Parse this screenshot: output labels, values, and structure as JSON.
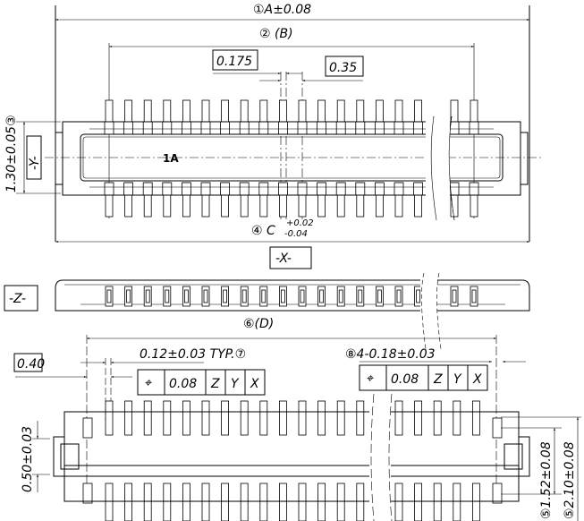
{
  "title": "Connector dimension drawing",
  "top_view": {
    "dim_a": "①A±0.08",
    "dim_b": "② (B)",
    "pitch_half": "0.175",
    "pitch": "0.35",
    "height_dim": "1.30±0.05③",
    "datum_y": "-Y-",
    "pin1_mark": "1A",
    "dim_c": "④ C",
    "dim_c_tol_plus": "+0.02",
    "dim_c_tol_minus": "-0.04",
    "datum_x": "-X-"
  },
  "side_view": {
    "datum_z": "-Z-",
    "dim_d": "⑥(D)"
  },
  "bottom_view": {
    "offset": "0.40",
    "lead_width": "0.12±0.03 TYP.⑦",
    "post_width": "⑧4-0.18±0.03",
    "fcf_1": {
      "symbol": "⌖",
      "tolerance": "0.08",
      "datums": [
        "Z",
        "Y",
        "X"
      ]
    },
    "fcf_2": {
      "symbol": "⌖",
      "tolerance": "0.08",
      "datums": [
        "Z",
        "Y",
        "X"
      ]
    },
    "dim_050": "0.50±0.03",
    "dim_152": "⑤1.52±0.08",
    "dim_210": "⑤2.10±0.08"
  }
}
